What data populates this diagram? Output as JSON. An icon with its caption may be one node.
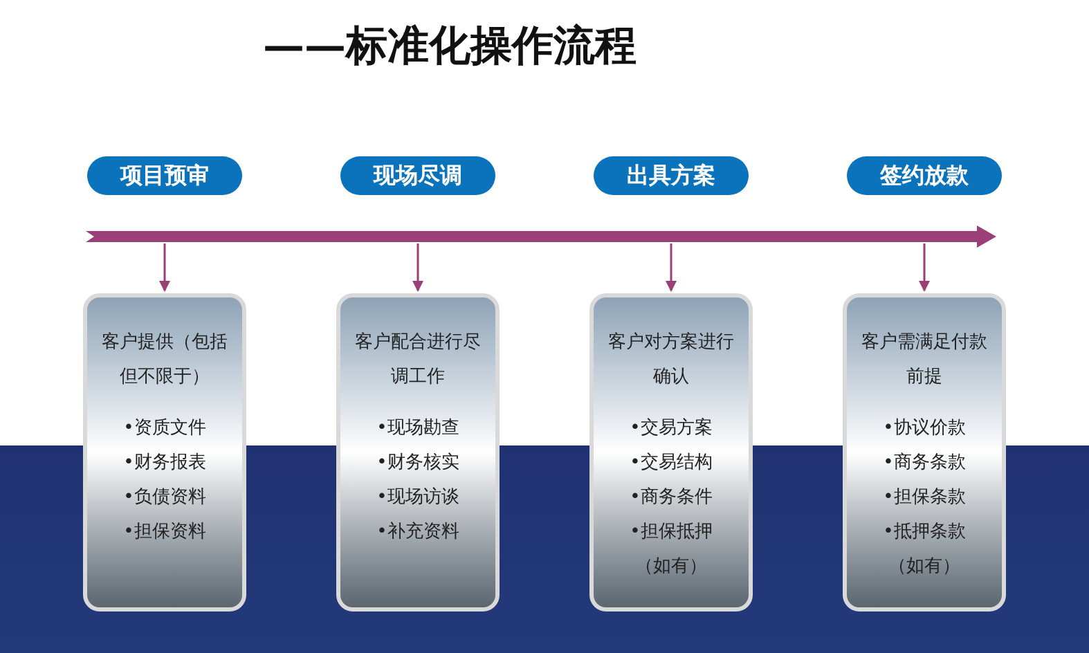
{
  "diagram": {
    "title": "——标准化操作流程",
    "nodes": [
      {
        "text": [
          "项目预审"
        ]
      },
      {
        "text": [
          "现场尽调"
        ]
      },
      {
        "text": [
          "出具方案"
        ]
      },
      {
        "text": [
          "签约放款"
        ]
      },
      {
        "text": [
          "客户提供（包括但不限于）",
          "•资质文件",
          "•财务报表",
          "•负债资料",
          "•担保资料"
        ]
      },
      {
        "text": [
          "客户配合进行尽调工作",
          "•现场勘查",
          "•财务核实",
          "•现场访谈",
          "•补充资料"
        ]
      },
      {
        "text": [
          "客户对方案进行确认",
          "•交易方案",
          "•交易结构",
          "•商务条件",
          "•担保抵押",
          "（如有）"
        ]
      },
      {
        "text": [
          "客户需满足付款前提",
          "•协议价款",
          "•商务条款",
          "•担保条款",
          "•抵押条款",
          "（如有）"
        ]
      }
    ],
    "edges": [
      {
        "from": null,
        "to": 4,
        "arrow": "to"
      },
      {
        "from": null,
        "to": 5,
        "arrow": "to"
      },
      {
        "from": null,
        "to": 6,
        "arrow": "to"
      },
      {
        "from": null,
        "to": 7,
        "arrow": "to"
      }
    ]
  }
}
